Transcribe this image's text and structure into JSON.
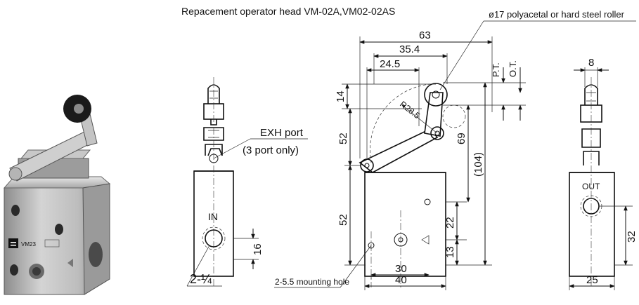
{
  "caption": "Repacement operator head VM-02A,VM02-02AS",
  "roller_callout": "ø17 polyacetal or hard steel roller",
  "exh_port_line1": "EXH port",
  "exh_port_line2": "(3 port only)",
  "mounting_hole": "2-5.5 mounting hole",
  "port_in": "IN",
  "port_out": "OUT",
  "port_thread": "2-¼",
  "product_label": "VM23",
  "dims": {
    "d63": "63",
    "d35_4": "35.4",
    "d24_5": "24.5",
    "d14": "14",
    "r28_5": "R28.5",
    "d52_top": "52",
    "d52_bottom": "52",
    "d69": "69",
    "d104": "(104)",
    "d22": "22",
    "d13": "13",
    "d30": "30",
    "d40": "40",
    "d16": "16",
    "d8": "8",
    "d32": "32",
    "d25": "25",
    "pt": "P.T.",
    "ot": "O.T."
  }
}
